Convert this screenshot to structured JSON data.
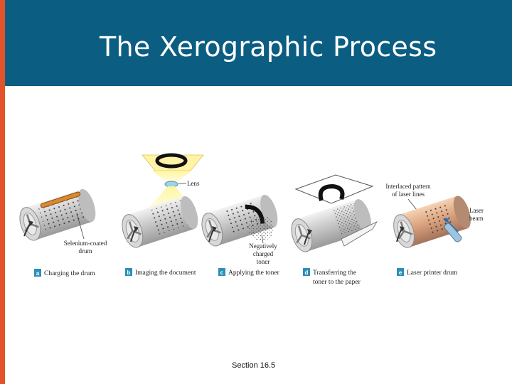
{
  "slide": {
    "title": "The Xerographic Process",
    "footer": "Section 16.5"
  },
  "colors": {
    "header": "#0c5d82",
    "accent": "#e2532a",
    "badge": "#2b8fb7"
  },
  "panels": [
    {
      "letter": "a",
      "caption": [
        "Charging the drum"
      ],
      "labels": [
        "Selenium-coated",
        "drum"
      ]
    },
    {
      "letter": "b",
      "caption": [
        "Imaging the document"
      ],
      "labels": [
        "Lens"
      ]
    },
    {
      "letter": "c",
      "caption": [
        "Applying the toner"
      ],
      "labels": [
        "Negatively",
        "charged",
        "toner"
      ]
    },
    {
      "letter": "d",
      "caption": [
        "Transferring the",
        "toner to the paper"
      ],
      "labels": []
    },
    {
      "letter": "e",
      "caption": [
        "Laser printer drum"
      ],
      "labels": [
        "Interlaced pattern",
        "of laser lines",
        "Laser",
        "beam"
      ]
    }
  ]
}
